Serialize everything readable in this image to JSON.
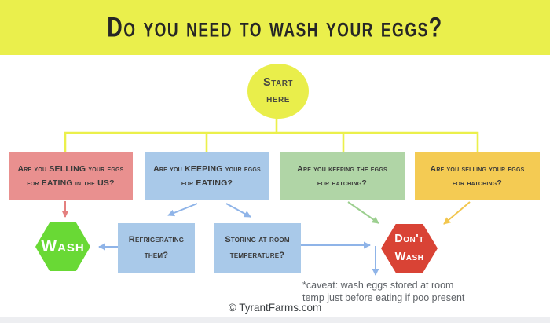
{
  "title": "Do you need to wash your eggs?",
  "start_node": {
    "line1": "Start",
    "line2": "here"
  },
  "questions": [
    {
      "id": "selling-for-eating-us",
      "line1": "Are you SELLING your eggs",
      "line2": "for EATING in the US?",
      "color": "#e9908f",
      "leads_to": "wash"
    },
    {
      "id": "keeping-for-eating",
      "line1": "Are you KEEPING your eggs",
      "line2": "for EATING?",
      "color": "#a9c9e9",
      "leads_to": "refrigerating-or-storing"
    },
    {
      "id": "keeping-for-hatching",
      "line1": "Are you keeping the eggs",
      "line2": "for hatching?",
      "color": "#b0d5a6",
      "leads_to": "dont-wash"
    },
    {
      "id": "selling-for-hatching",
      "line1": "Are you selling your eggs",
      "line2": "for hatching?",
      "color": "#f4cb53",
      "leads_to": "dont-wash"
    }
  ],
  "subquestions": [
    {
      "id": "refrigerating",
      "line1": "Refrigerating",
      "line2": "them?",
      "color": "#a9c9e9",
      "leads_to": "wash"
    },
    {
      "id": "storing-room",
      "line1": "Storing at room",
      "line2": "temperature?",
      "color": "#a9c9e9",
      "leads_to": "dont-wash"
    }
  ],
  "outcomes": {
    "wash": {
      "label": "Wash",
      "color": "#69d935"
    },
    "dont_wash": {
      "line1": "Don't",
      "line2": "Wash",
      "color": "#d94335"
    }
  },
  "note": {
    "line1": "*caveat: wash eggs stored at room",
    "line2": "temp just before eating if poo present"
  },
  "footer": {
    "credit": "© TyrantFarms.com"
  },
  "colors": {
    "banner": "#eaef4c",
    "tree_line": "#ebf04b",
    "arrow_red": "#e4807f",
    "arrow_blue": "#8fb4e8",
    "arrow_green": "#9ccf8f",
    "arrow_yellow": "#f2c64e",
    "note_text": "#5f6368"
  }
}
